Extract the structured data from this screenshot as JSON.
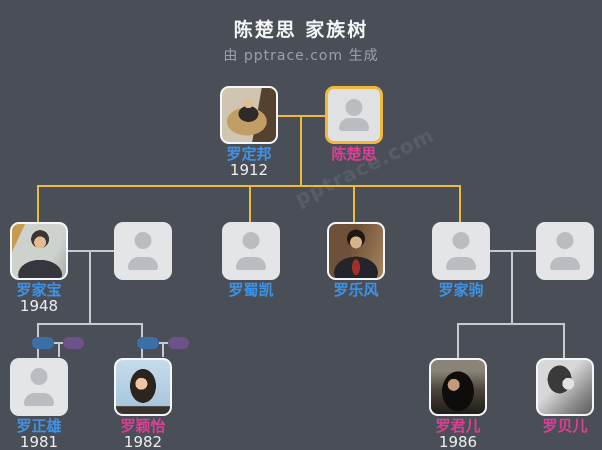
{
  "header": {
    "title": "陈楚思 家族树",
    "subtitle": "由 pptrace.com 生成"
  },
  "watermark": "pptrace.com",
  "colors": {
    "background": "#4a4f57",
    "male_name": "#3d93e8",
    "female_name": "#e03d96",
    "year_text": "#edeff1",
    "spouse_tree_line": "#eeb93c",
    "family_line": "#c7cbcf",
    "selected_border": "#eeb93c",
    "collapsed_pill_blue": "#3e6ea6",
    "collapsed_pill_purple": "#6c5288"
  },
  "people": [
    {
      "name": "罗定邦",
      "year": "1912",
      "gender": "male",
      "portrait": "photo",
      "selected": false
    },
    {
      "name": "陈楚思",
      "year": "",
      "gender": "female",
      "portrait": "placeholder",
      "selected": true
    },
    {
      "name": "罗家宝",
      "year": "1948",
      "gender": "male",
      "portrait": "photo",
      "selected": false
    },
    {
      "name": "",
      "year": "",
      "gender": "unknown",
      "portrait": "placeholder",
      "selected": false
    },
    {
      "name": "罗蜀凯",
      "year": "",
      "gender": "male",
      "portrait": "placeholder",
      "selected": false
    },
    {
      "name": "罗乐风",
      "year": "",
      "gender": "male",
      "portrait": "photo",
      "selected": false
    },
    {
      "name": "罗家驹",
      "year": "",
      "gender": "male",
      "portrait": "placeholder",
      "selected": false
    },
    {
      "name": "",
      "year": "",
      "gender": "unknown",
      "portrait": "placeholder",
      "selected": false
    },
    {
      "name": "罗正雄",
      "year": "1981",
      "gender": "male",
      "portrait": "placeholder",
      "selected": false
    },
    {
      "name": "罗颖怡",
      "year": "1982",
      "gender": "female",
      "portrait": "photo",
      "selected": false
    },
    {
      "name": "罗君儿",
      "year": "1986",
      "gender": "female",
      "portrait": "photo",
      "selected": false
    },
    {
      "name": "罗贝儿",
      "year": "",
      "gender": "female",
      "portrait": "photo",
      "selected": false
    }
  ],
  "collapsed_nodes": {
    "groups": 2,
    "pills_per_group": [
      "blue",
      "purple"
    ]
  }
}
